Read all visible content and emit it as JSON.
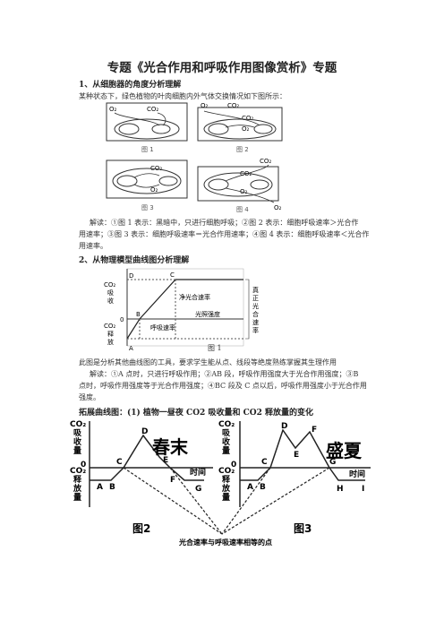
{
  "title": "专题《光合作用和呼吸作用图像赏析》专题",
  "section1": {
    "heading": "1、从细胞器的角度分析理解",
    "intro": "某种状态下，绿色植物的叶肉细胞内外气体交换情况如下图所示：",
    "figs": {
      "f1": {
        "caption": "图 1",
        "o2": "O₂",
        "co2": "CO₂"
      },
      "f2": {
        "caption": "图 2",
        "o2a": "O₂",
        "co2a": "CO₂",
        "co2b": "CO₂",
        "o2b": "O₂"
      },
      "f3": {
        "caption": "图 3",
        "co2": "CO₂",
        "o2": "O₂"
      },
      "f4": {
        "caption": "图 4",
        "co2a": "CO₂",
        "co2b": "CO₂",
        "o2a": "O₂",
        "o2b": "O₂"
      }
    },
    "explain_lines": [
      "解读：①图 1 表示：黑暗中，只进行细胞呼吸；②图 2 表示：细胞呼吸速率＞光合作",
      "用速率；③图 3 表示：细胞呼吸速率＝光合作用速率；④图 4 表示：细胞呼吸速率＜光合作",
      "用速率。"
    ]
  },
  "section2": {
    "heading": "2、从物理模型曲线图分析理解",
    "graph": {
      "ylabel_top": [
        "CO₂",
        "吸",
        "收"
      ],
      "ylabel_bottom": [
        "CO₂",
        "释",
        "放"
      ],
      "zero": "0",
      "points": {
        "A": "A",
        "B": "B",
        "C": "C",
        "D": "D"
      },
      "net_rate": "净光合速率",
      "resp_rate": "呼吸速率",
      "light": "光照强度",
      "true_rate": [
        "真",
        "正",
        "光",
        "合",
        "速",
        "率"
      ],
      "caption": "图 1"
    },
    "lines": [
      "此图是分析其他曲线图的工具，要求学生能从点、线段等绝度熟练掌握其生理作用",
      "解读：①A 点时，只进行呼吸作用；②AB 段，呼吸作用强度大于光合作用强度；③B",
      "点时，呼吸作用强度等于光合作用强度；④BC 段及 C 点以后，呼吸作用强度小于光合作用",
      "强度。"
    ]
  },
  "extension": {
    "heading": "拓展曲线图：(1) 植物一昼夜 CO2 吸收量和 CO2 释放量的变化",
    "left": {
      "yt": [
        "CO₂",
        "吸",
        "收",
        "量"
      ],
      "yb": [
        "CO₂",
        "释",
        "放",
        "量"
      ],
      "zero": "0",
      "season": "春末",
      "time": "时间",
      "caption": "图2",
      "pts": {
        "A": "A",
        "B": "B",
        "C": "C",
        "D": "D",
        "E": "E",
        "F": "F",
        "G": "G"
      }
    },
    "right": {
      "yt": [
        "CO₂",
        "吸",
        "收",
        "量"
      ],
      "yb": [
        "CO₂",
        "释",
        "放",
        "量"
      ],
      "zero": "0",
      "season": "盛夏",
      "time": "时间",
      "caption": "图3",
      "pts": {
        "C": "C",
        "D": "D",
        "E": "E",
        "F": "F",
        "G": "G",
        "A": "A",
        "B": "B",
        "H": "H",
        "I": "I"
      }
    },
    "note": "光合速率与呼吸速率相等的点"
  },
  "colors": {
    "text": "#222222",
    "gray": "#555555"
  }
}
